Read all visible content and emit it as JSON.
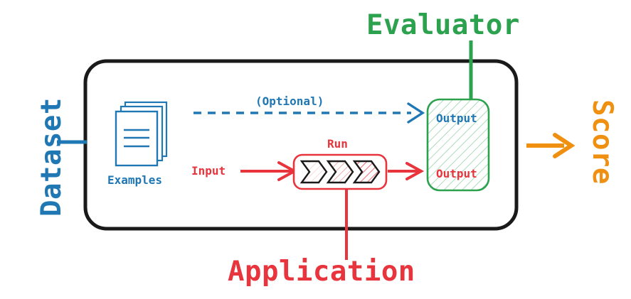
{
  "diagram": {
    "title": "LLM Evaluation Pipeline Diagram",
    "colors": {
      "blue": "#1f77b4",
      "red": "#e8343c",
      "green": "#2ca14e",
      "orange": "#ef9011",
      "black": "#1a1a1a",
      "white": "#ffffff"
    },
    "outer_box": {
      "name": "experiment-container",
      "stroke": "#1a1a1a"
    },
    "labels": {
      "dataset": "Dataset",
      "evaluator": "Evaluator",
      "application": "Application",
      "score": "Score",
      "examples": "Examples",
      "optional": "(Optional)",
      "run": "Run",
      "input": "Input",
      "output_reference": "Output",
      "output_predicted": "Output"
    },
    "icons": {
      "examples": "stacked-documents-icon",
      "run": "chevron-pipeline-icon",
      "optional_flow": "dashed-arrow-icon",
      "input_flow": "solid-arrow-icon",
      "score_flow": "orange-arrow-icon"
    },
    "connectors": [
      {
        "name": "dataset-connector",
        "color": "#1f77b4"
      },
      {
        "name": "evaluator-connector",
        "color": "#2ca14e"
      },
      {
        "name": "application-connector",
        "color": "#e8343c"
      }
    ]
  }
}
